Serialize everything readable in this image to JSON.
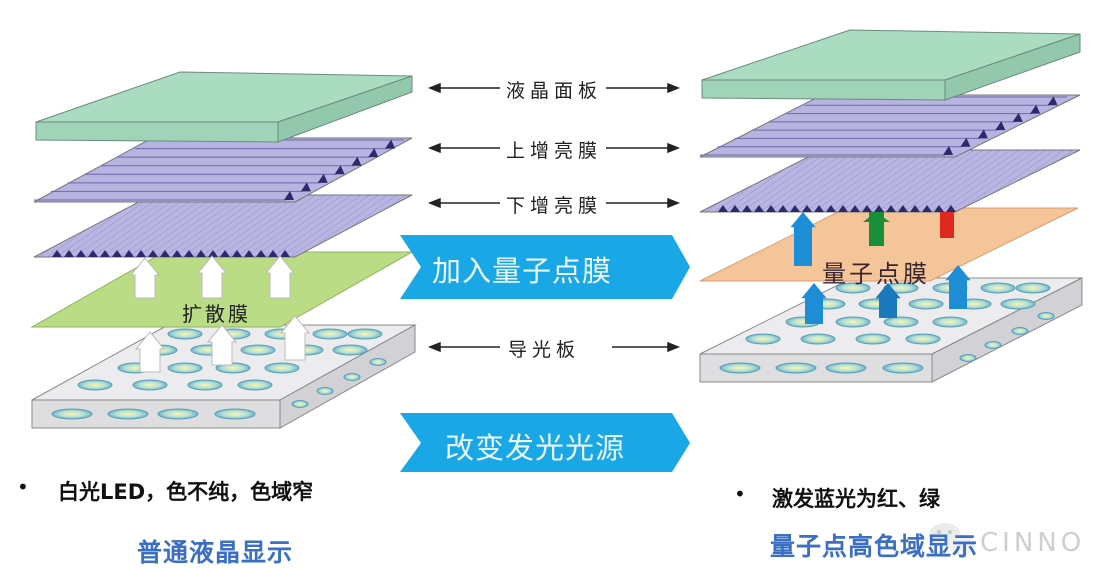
{
  "layers": {
    "lcd_panel": "液晶面板",
    "upper_bef": "上增亮膜",
    "lower_bef": "下增亮膜",
    "light_guide": "导光板"
  },
  "banners": {
    "add_qd_film": "加入量子点膜",
    "change_light_source": "改变发光光源"
  },
  "left": {
    "diffuser_label": "扩散膜",
    "bullet": "白光LED，色不纯，色域窄",
    "caption": "普通液晶显示"
  },
  "right": {
    "qd_film_label": "量子点膜",
    "bullet": "激发蓝光为红、绿",
    "caption": "量子点高色域显示"
  },
  "watermark": "CINNO",
  "colors": {
    "panel": "#a8dcc0",
    "bef": "#b7b4e2",
    "diffuser": "#b9dc84",
    "qd_film": "#f5c59a",
    "light_guide": "#e6e6e8",
    "banner": "#1aa7e6",
    "caption": "#3a6fc4",
    "blue_arrow": "#1d8ed6",
    "green_arrow": "#1a8f3a",
    "red_arrow": "#e0281e"
  }
}
